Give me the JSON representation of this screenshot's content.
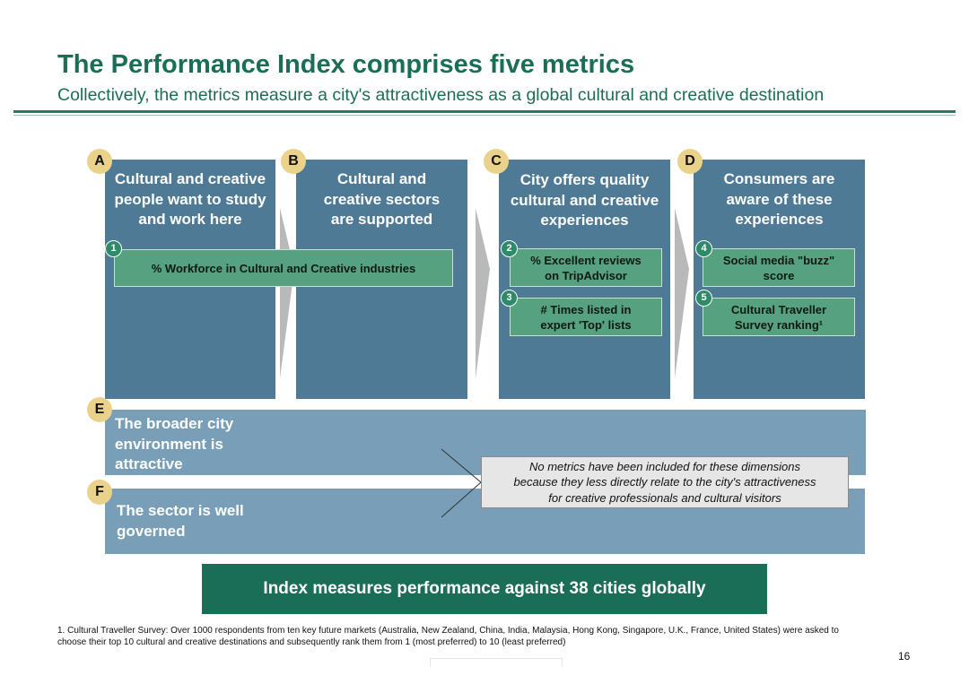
{
  "header": {
    "title": "The Performance Index comprises five metrics",
    "subtitle": "Collectively, the metrics measure a city's attractiveness as a global cultural and creative destination"
  },
  "columns": [
    {
      "badge": "A",
      "title_lines": [
        "Cultural and creative",
        "people want to study",
        "and work here"
      ]
    },
    {
      "badge": "B",
      "title_lines": [
        "Cultural and",
        "creative sectors",
        "are supported"
      ]
    },
    {
      "badge": "C",
      "title_lines": [
        "City offers quality",
        "cultural and creative",
        "experiences"
      ]
    },
    {
      "badge": "D",
      "title_lines": [
        "Consumers are",
        "aware of these",
        "experiences"
      ]
    }
  ],
  "metrics": [
    {
      "number": "1",
      "lines": [
        "% Workforce in Cultural and Creative industries"
      ]
    },
    {
      "number": "2",
      "lines": [
        "% Excellent reviews",
        "on TripAdvisor"
      ]
    },
    {
      "number": "3",
      "lines": [
        "# Times listed in",
        "expert 'Top' lists"
      ]
    },
    {
      "number": "4",
      "lines": [
        "Social media \"buzz\"",
        "score"
      ]
    },
    {
      "number": "5",
      "lines": [
        "Cultural Traveller",
        "Survey ranking¹"
      ]
    }
  ],
  "bands": [
    {
      "badge": "E",
      "lines": [
        "The broader city",
        "environment is",
        "attractive"
      ]
    },
    {
      "badge": "F",
      "lines": [
        "The sector is well",
        "governed"
      ]
    }
  ],
  "note": {
    "lines": [
      "No metrics have been included for these dimensions",
      "because they less directly relate to the city's attractiveness",
      "for creative professionals and cultural visitors"
    ]
  },
  "summary": "Index measures performance against 38 cities globally",
  "footnote": {
    "lines": [
      "1. Cultural Traveller Survey: Over 1000 respondents from ten key future markets (Australia, New Zealand, China, India, Malaysia, Hong Kong, Singapore, U.K., France, United States) were asked to",
      "choose their top 10 cultural and creative destinations and subsequently rank them from 1 (most preferred) to 10 (least preferred)"
    ]
  },
  "page_number": "16",
  "colors": {
    "brand_green": "#1a6e57",
    "column_blue": "#4e7a95",
    "band_blue": "#789fb7",
    "metric_green": "#57a27e",
    "badge_yellow": "#ead28a"
  }
}
